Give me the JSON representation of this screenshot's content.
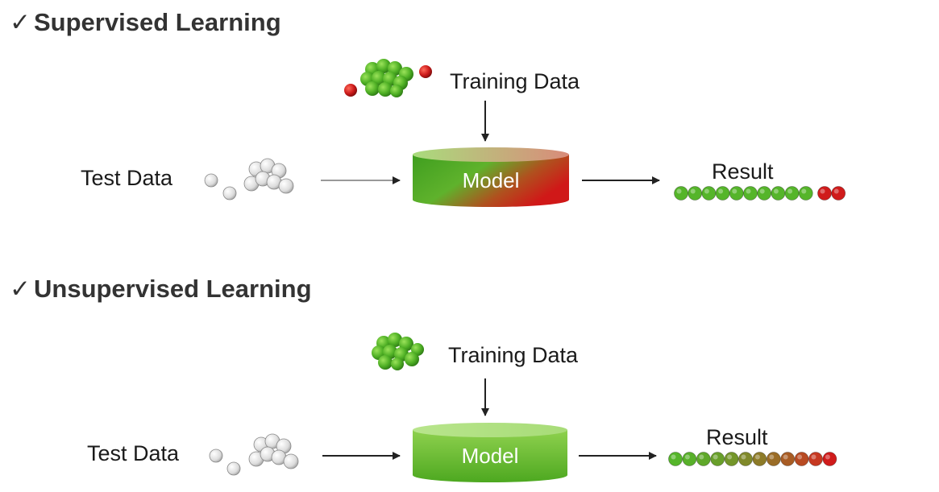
{
  "sections": [
    {
      "heading": "Supervised Learning",
      "check": "✓",
      "training_label": "Training Data",
      "test_label": "Test Data",
      "model_label": "Model",
      "result_label": "Result",
      "model_gradient": [
        "#4caf2a",
        "#d21a1a"
      ],
      "result_colors": [
        "#55b52a",
        "#55b52a",
        "#55b52a",
        "#55b52a",
        "#55b52a",
        "#55b52a",
        "#55b52a",
        "#55b52a",
        "#55b52a",
        "#55b52a",
        "#d01b1b",
        "#d01b1b"
      ]
    },
    {
      "heading": "Unsupervised Learning",
      "check": "✓",
      "training_label": "Training Data",
      "test_label": "Test Data",
      "model_label": "Model",
      "result_label": "Result",
      "model_gradient": [
        "#4caf2a",
        "#6fc22f"
      ],
      "result_colors": [
        "#55b52a",
        "#58b02a",
        "#5fa82a",
        "#689f2a",
        "#74962a",
        "#80892a",
        "#8d7b28",
        "#9a6c26",
        "#a85c24",
        "#b84a22",
        "#c63821",
        "#d01b1b"
      ]
    }
  ],
  "colors": {
    "green_ball": "#5cbc2b",
    "red_ball": "#cc1a1a",
    "gray_ball": "#d9d9d9",
    "arrow": "#222222"
  }
}
